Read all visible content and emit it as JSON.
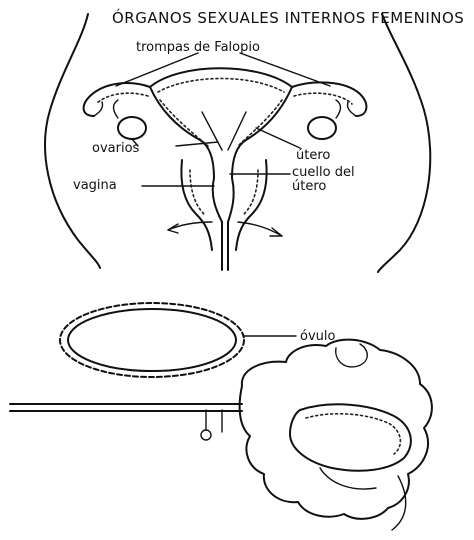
{
  "diagram": {
    "title": "ÓRGANOS SEXUALES INTERNOS FEMENINOS",
    "labels": {
      "trompas": "trompas de Falopio",
      "ovarios": "ovarios",
      "utero": "útero",
      "vagina": "vagina",
      "cuello_line1": "cuello del",
      "cuello_line2": "útero",
      "ovulo": "óvulo"
    }
  }
}
